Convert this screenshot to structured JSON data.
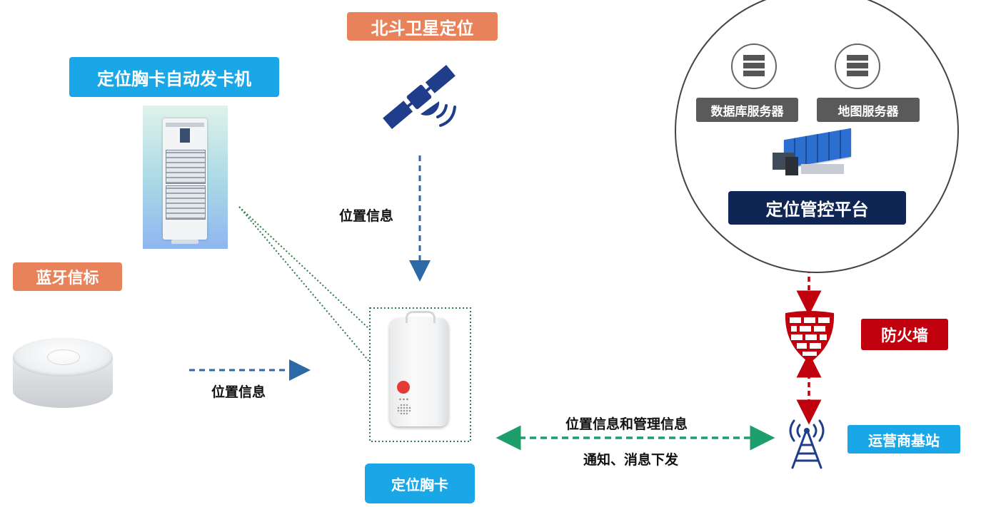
{
  "labels": {
    "card_machine": "定位胸卡自动发卡机",
    "beidou": "北斗卫星定位",
    "beacon": "蓝牙信标",
    "badge": "定位胸卡",
    "db_server": "数据库服务器",
    "map_server": "地图服务器",
    "platform": "定位管控平台",
    "firewall": "防火墙",
    "base_station": "运营商基站"
  },
  "flows": {
    "satellite_to_badge": "位置信息",
    "beacon_to_badge": "位置信息",
    "badge_station_top": "位置信息和管理信息",
    "badge_station_bottom": "通知、消息下发"
  },
  "colors": {
    "cyan": "#1aa7e8",
    "orange": "#e8825a",
    "navy": "#0f2553",
    "red": "#c0000c",
    "dark_blue": "#1f3d8a",
    "server_gray": "#5a5a5a",
    "green_dash": "#1e9e6b"
  }
}
